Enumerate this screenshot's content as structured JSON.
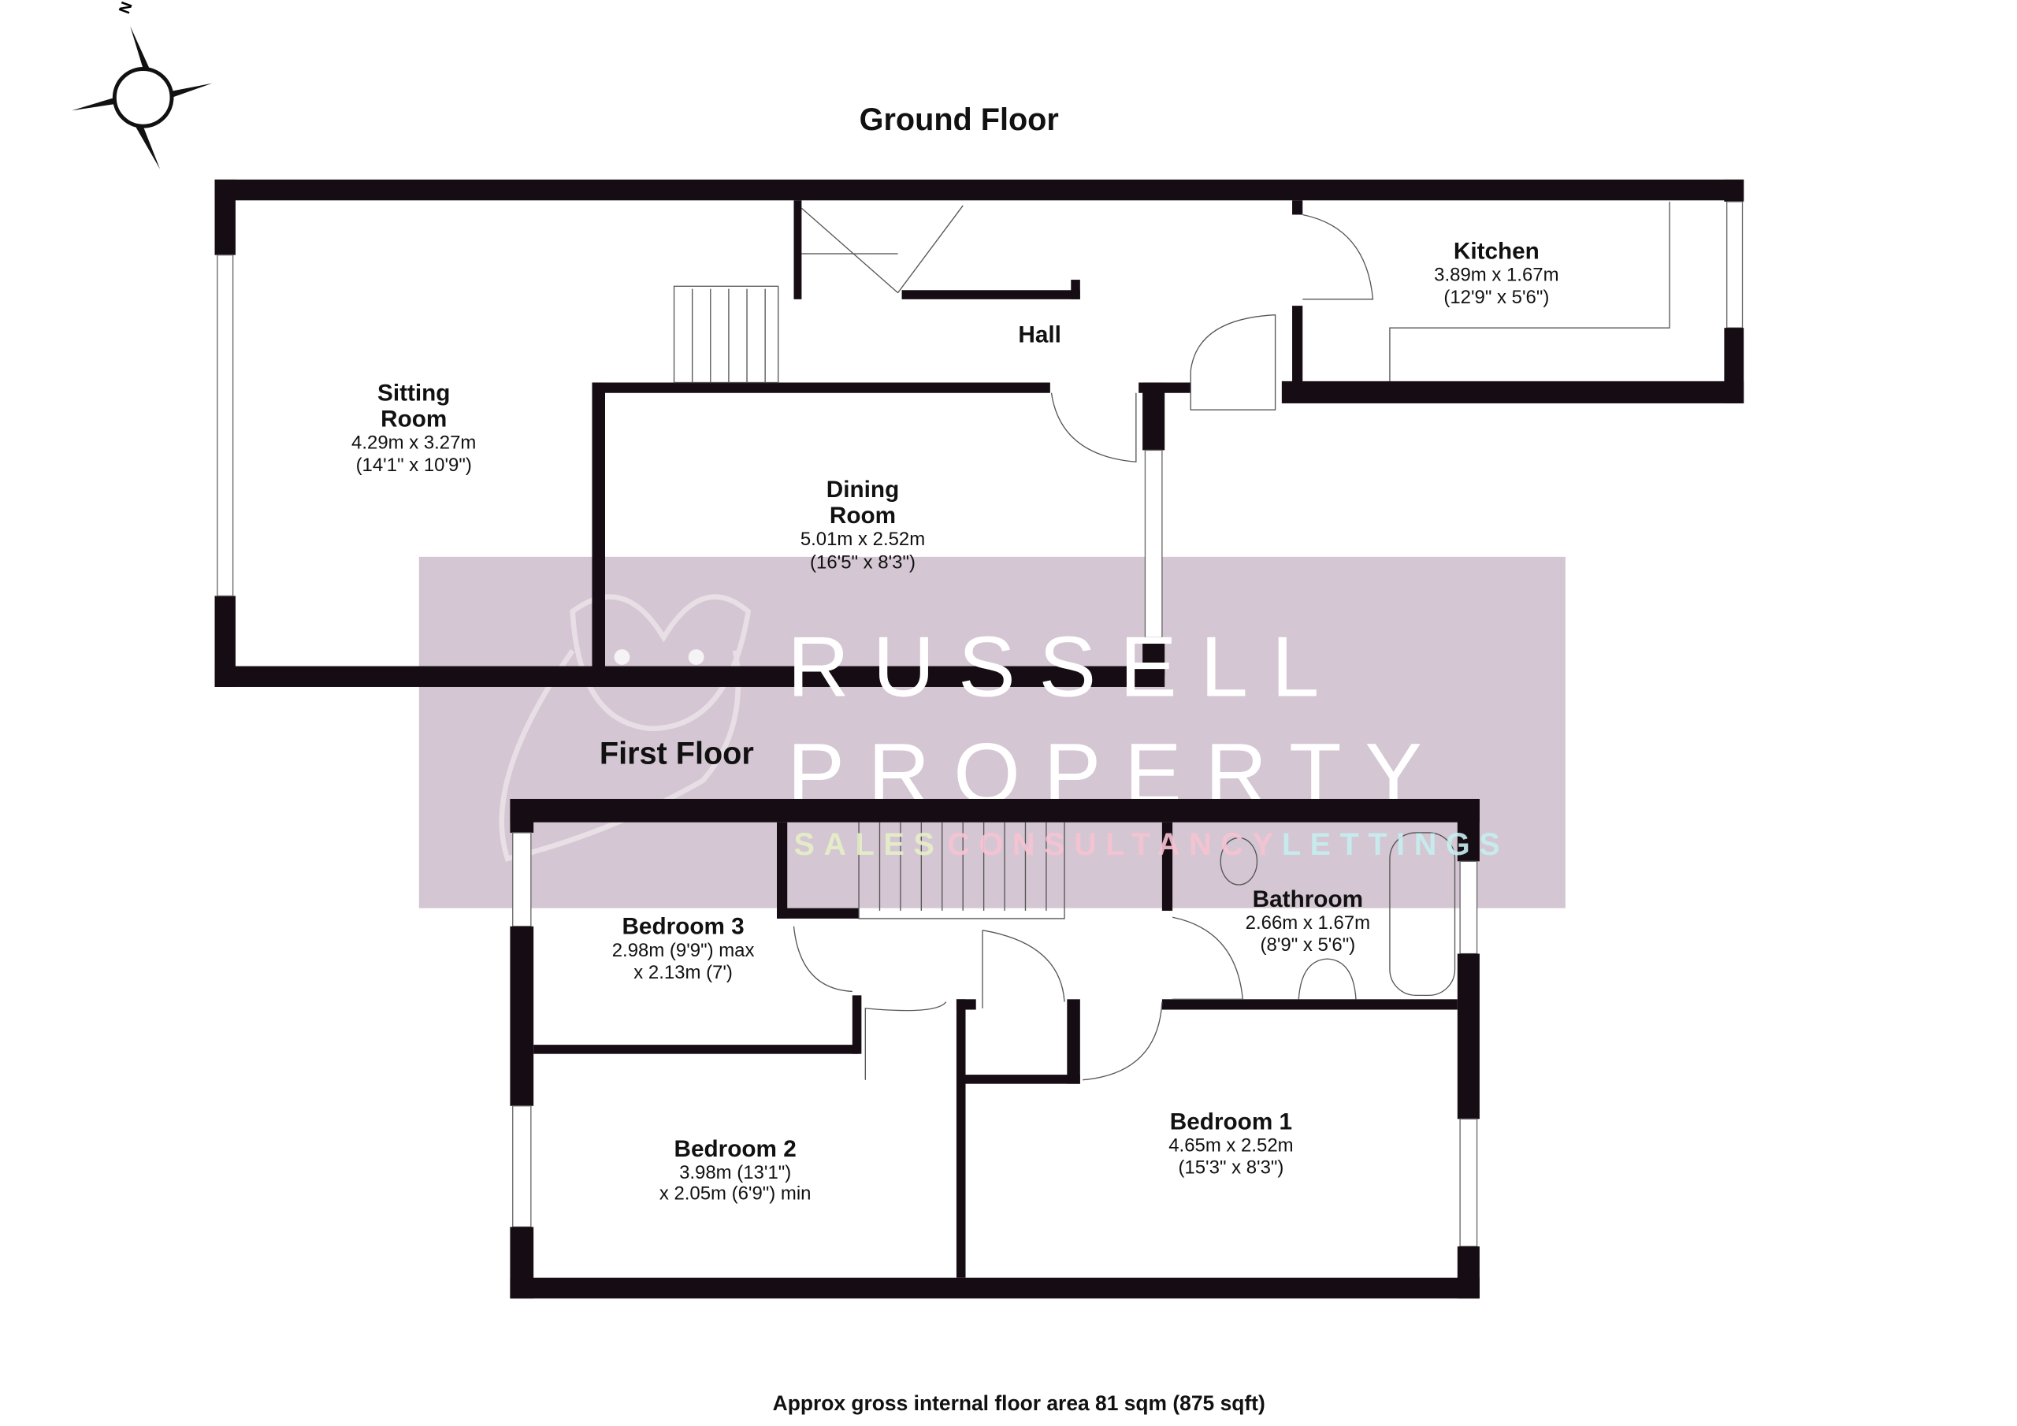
{
  "compass": {
    "label": "N"
  },
  "ground_floor": {
    "title": "Ground Floor",
    "rooms": [
      {
        "name": "Sitting Room",
        "name_lines": [
          "Sitting",
          "Room"
        ],
        "metric": "4.29m x 3.27m",
        "imperial": "(14'1\" x 10'9\")"
      },
      {
        "name": "Dining Room",
        "name_lines": [
          "Dining",
          "Room"
        ],
        "metric": "5.01m x 2.52m",
        "imperial": "(16'5\" x 8'3\")"
      },
      {
        "name": "Hall"
      },
      {
        "name": "Kitchen",
        "metric": "3.89m x 1.67m",
        "imperial": "(12'9\" x 5'6\")"
      }
    ]
  },
  "first_floor": {
    "title": "First Floor",
    "rooms": [
      {
        "name": "Bedroom 3",
        "line1": "2.98m (9'9\") max",
        "line2": "x 2.13m (7')"
      },
      {
        "name": "Bathroom",
        "metric": "2.66m x 1.67m",
        "imperial": "(8'9\" x 5'6\")"
      },
      {
        "name": "Bedroom 2",
        "line1": "3.98m (13'1\")",
        "line2": "x 2.05m (6'9\") min"
      },
      {
        "name": "Bedroom 1",
        "metric": "4.65m x 2.52m",
        "imperial": "(15'3\" x 8'3\")"
      }
    ]
  },
  "watermark": {
    "line1": "RUSSELL",
    "line2": "PROPERTY",
    "tagline": [
      "SALES",
      "CONSULTANCY",
      "LETTINGS"
    ],
    "colors": {
      "panel": "#d4c6d2",
      "sales": "#e6f0c8",
      "consultancy": "#f7c3d3",
      "lettings": "#c6eef0"
    }
  },
  "footer": {
    "area_text": "Approx gross internal floor area 81 sqm (875 sqft)"
  }
}
